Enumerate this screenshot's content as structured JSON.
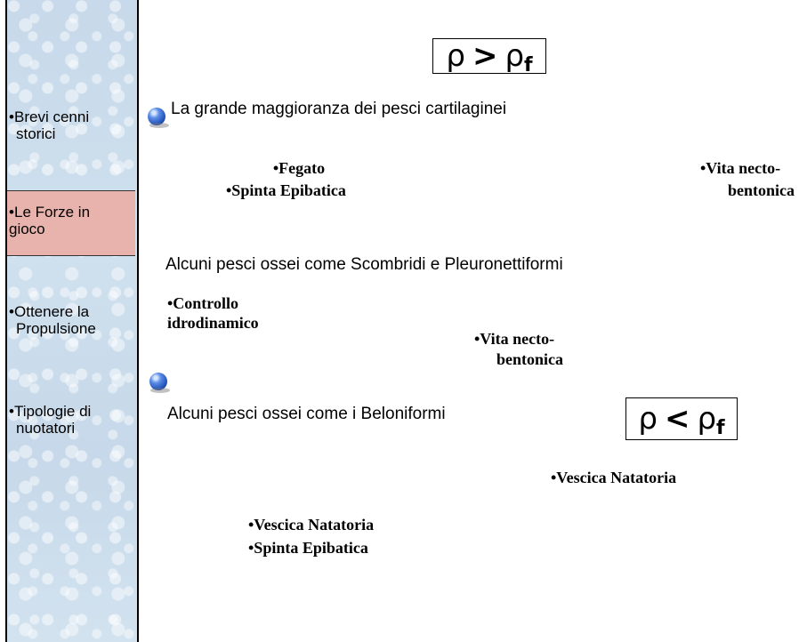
{
  "sidebar": {
    "items": [
      {
        "label": "Brevi cenni storici",
        "line1": "Brevi cenni",
        "line2": "storici"
      },
      {
        "label": "Le Forze in gioco",
        "line1": "Le Forze in",
        "line2": "gioco",
        "active": true
      },
      {
        "label": "Ottenere la Propulsione",
        "line1": "Ottenere la",
        "line2": "Propulsione"
      },
      {
        "label": "Tipologie di nuotatori",
        "line1": "Tipologie di",
        "line2": "nuotatori"
      }
    ],
    "bullet": "•",
    "active_color": "#e8b3ad"
  },
  "formulas": {
    "top": {
      "left": "ρ",
      "op": ">",
      "right": "ρ",
      "sub": "f"
    },
    "bottom": {
      "left": "ρ",
      "op": "<",
      "right": "ρ",
      "sub": "f"
    }
  },
  "content": {
    "line1": "La grande maggioranza dei pesci cartilaginei",
    "fegato": "•Fegato",
    "spinta1": "•Spinta Epibatica",
    "vita1_a": "•Vita necto-",
    "vita1_b": "bentonica",
    "line2": "Alcuni pesci ossei come Scombridi e Pleuronettiformi",
    "controllo_a": "•Controllo",
    "controllo_b": "idrodinamico",
    "vita2_a": "•Vita necto-",
    "vita2_b": "bentonica",
    "line3": "Alcuni pesci ossei come i Beloniformi",
    "vescica1": "•Vescica Natatoria",
    "vescica2": "•Vescica Natatoria",
    "spinta2": "•Spinta Epibatica"
  },
  "icons": {
    "bullet_sphere": "blue-sphere-icon"
  }
}
